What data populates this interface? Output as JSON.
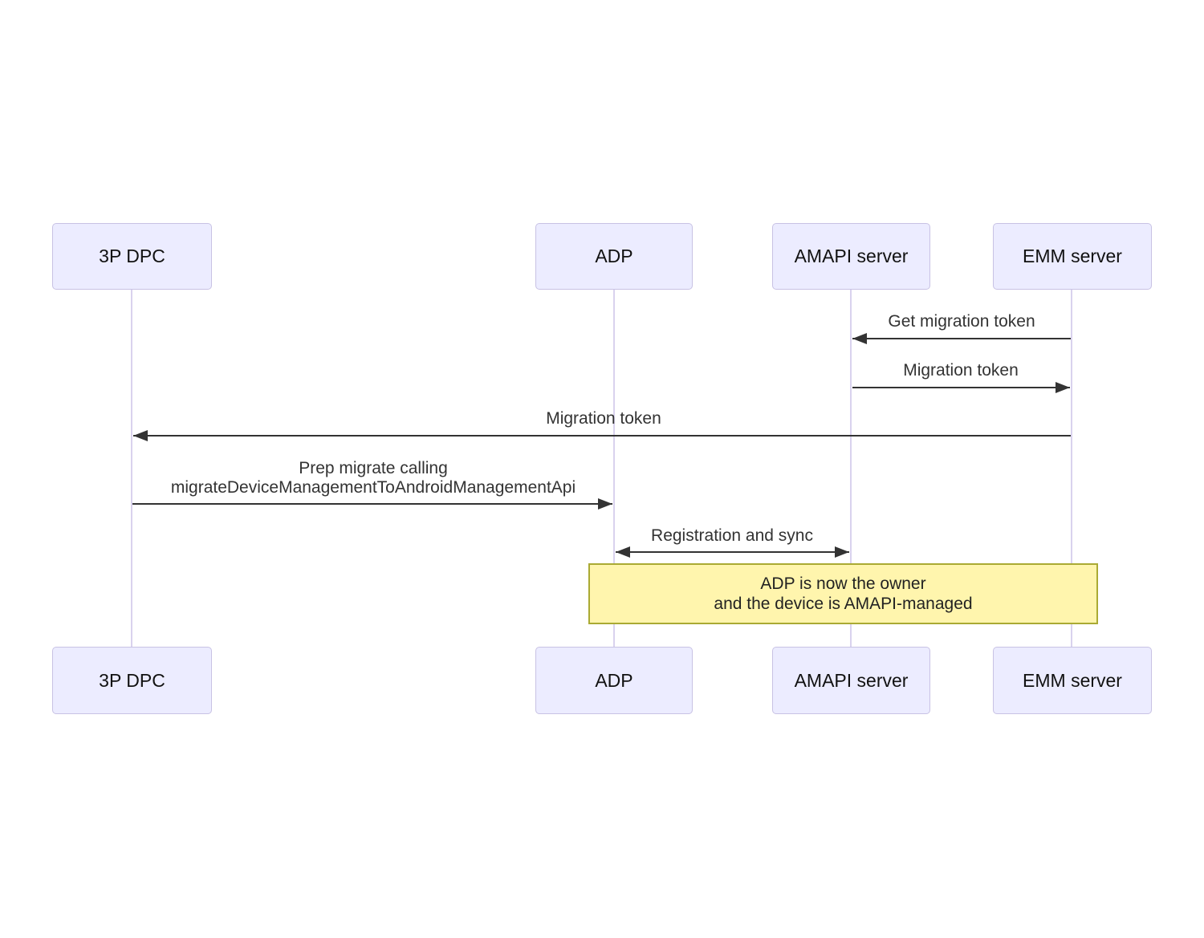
{
  "diagram_type": "sequence",
  "actors": [
    {
      "id": "3p-dpc",
      "label": "3P DPC"
    },
    {
      "id": "adp",
      "label": "ADP"
    },
    {
      "id": "amapi-server",
      "label": "AMAPI server"
    },
    {
      "id": "emm-server",
      "label": "EMM server"
    }
  ],
  "messages": [
    {
      "label": "Get migration token",
      "from": "EMM server",
      "to": "AMAPI server",
      "direction": "left"
    },
    {
      "label": "Migration token",
      "from": "AMAPI server",
      "to": "EMM server",
      "direction": "right"
    },
    {
      "label": "Migration token",
      "from": "EMM server",
      "to": "3P DPC",
      "direction": "left"
    },
    {
      "line1": "Prep migrate calling",
      "line2": "migrateDeviceManagementToAndroidManagementApi",
      "from": "3P DPC",
      "to": "ADP",
      "direction": "right"
    },
    {
      "label": "Registration and sync",
      "from": "ADP",
      "to": "AMAPI server",
      "direction": "both"
    }
  ],
  "note": {
    "over": "ADP, EMM server",
    "line1": "ADP is now the owner",
    "line2": "and the device is AMAPI-managed"
  },
  "colors": {
    "background": "#ffffff",
    "actor_fill": "#ECECFF",
    "actor_border": "#c8c2e4",
    "lifeline": "#d9d2ee",
    "arrow": "#333333",
    "message_text": "#333333",
    "actor_text": "#111111",
    "note_fill": "#fff5ad",
    "note_border": "#aaaa33"
  }
}
